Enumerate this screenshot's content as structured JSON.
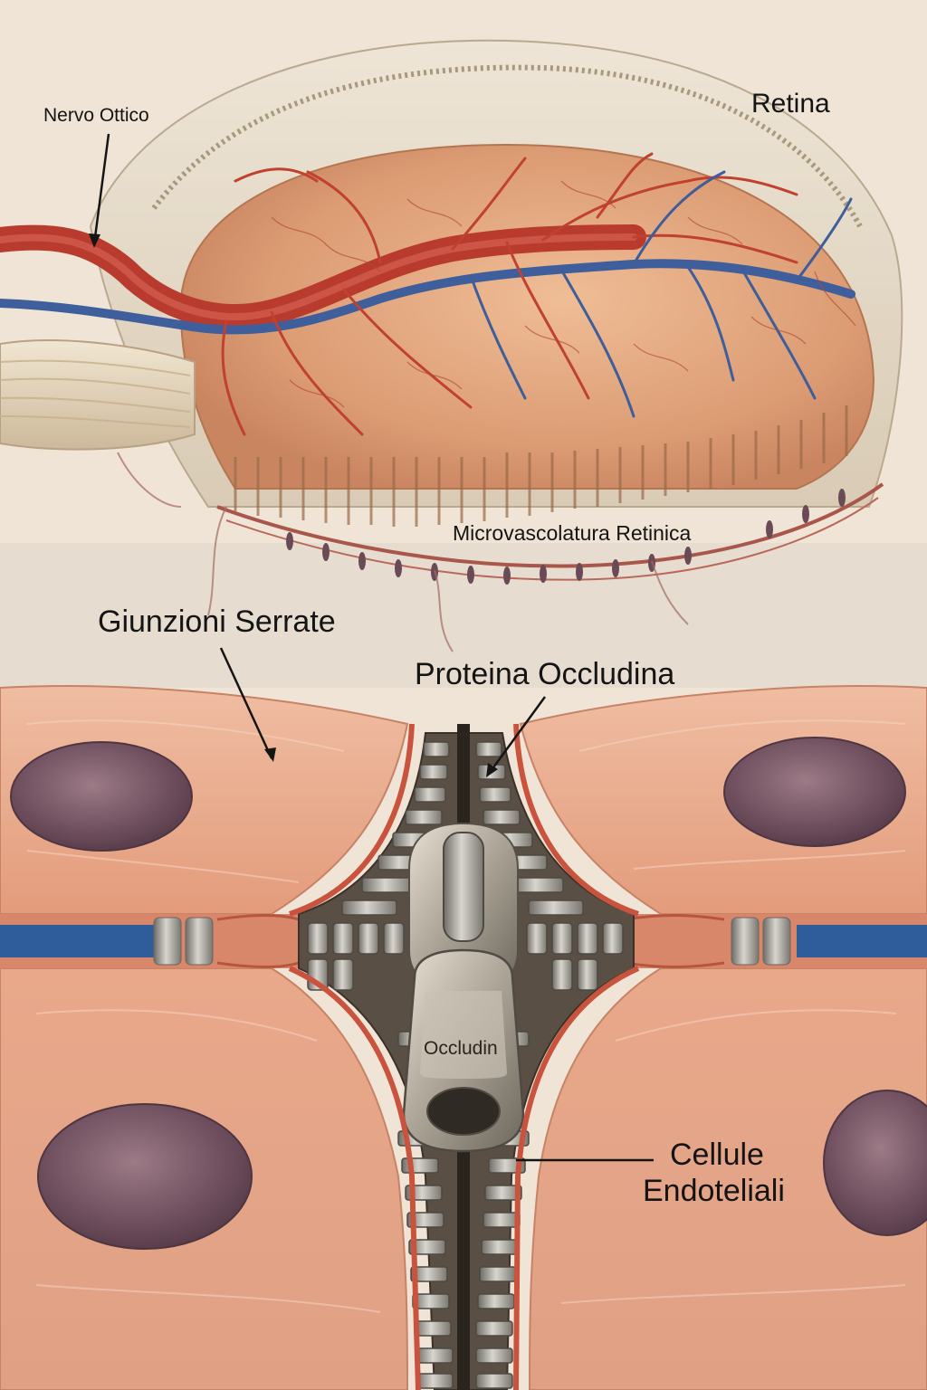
{
  "labels": {
    "optic_nerve": "Nervo Ottico",
    "retina": "Retina",
    "microvasculature": "Microvascolatura Retinica",
    "tight_junctions": "Giunzioni Serrate",
    "occludin_protein": "Proteina Occludina",
    "zipper_tag": "Occludin",
    "endothelial_line1": "Cellule",
    "endothelial_line2": "Endoteliali"
  },
  "colors": {
    "background": "#efe4d6",
    "retina_tissue": "#e0a47c",
    "artery": "#c23a2c",
    "vein": "#3e5f9c",
    "cell_tissue": "#e7a787",
    "nucleus": "#7c5a66",
    "zipper_metal": "#9a9790",
    "label_text": "#141414"
  }
}
